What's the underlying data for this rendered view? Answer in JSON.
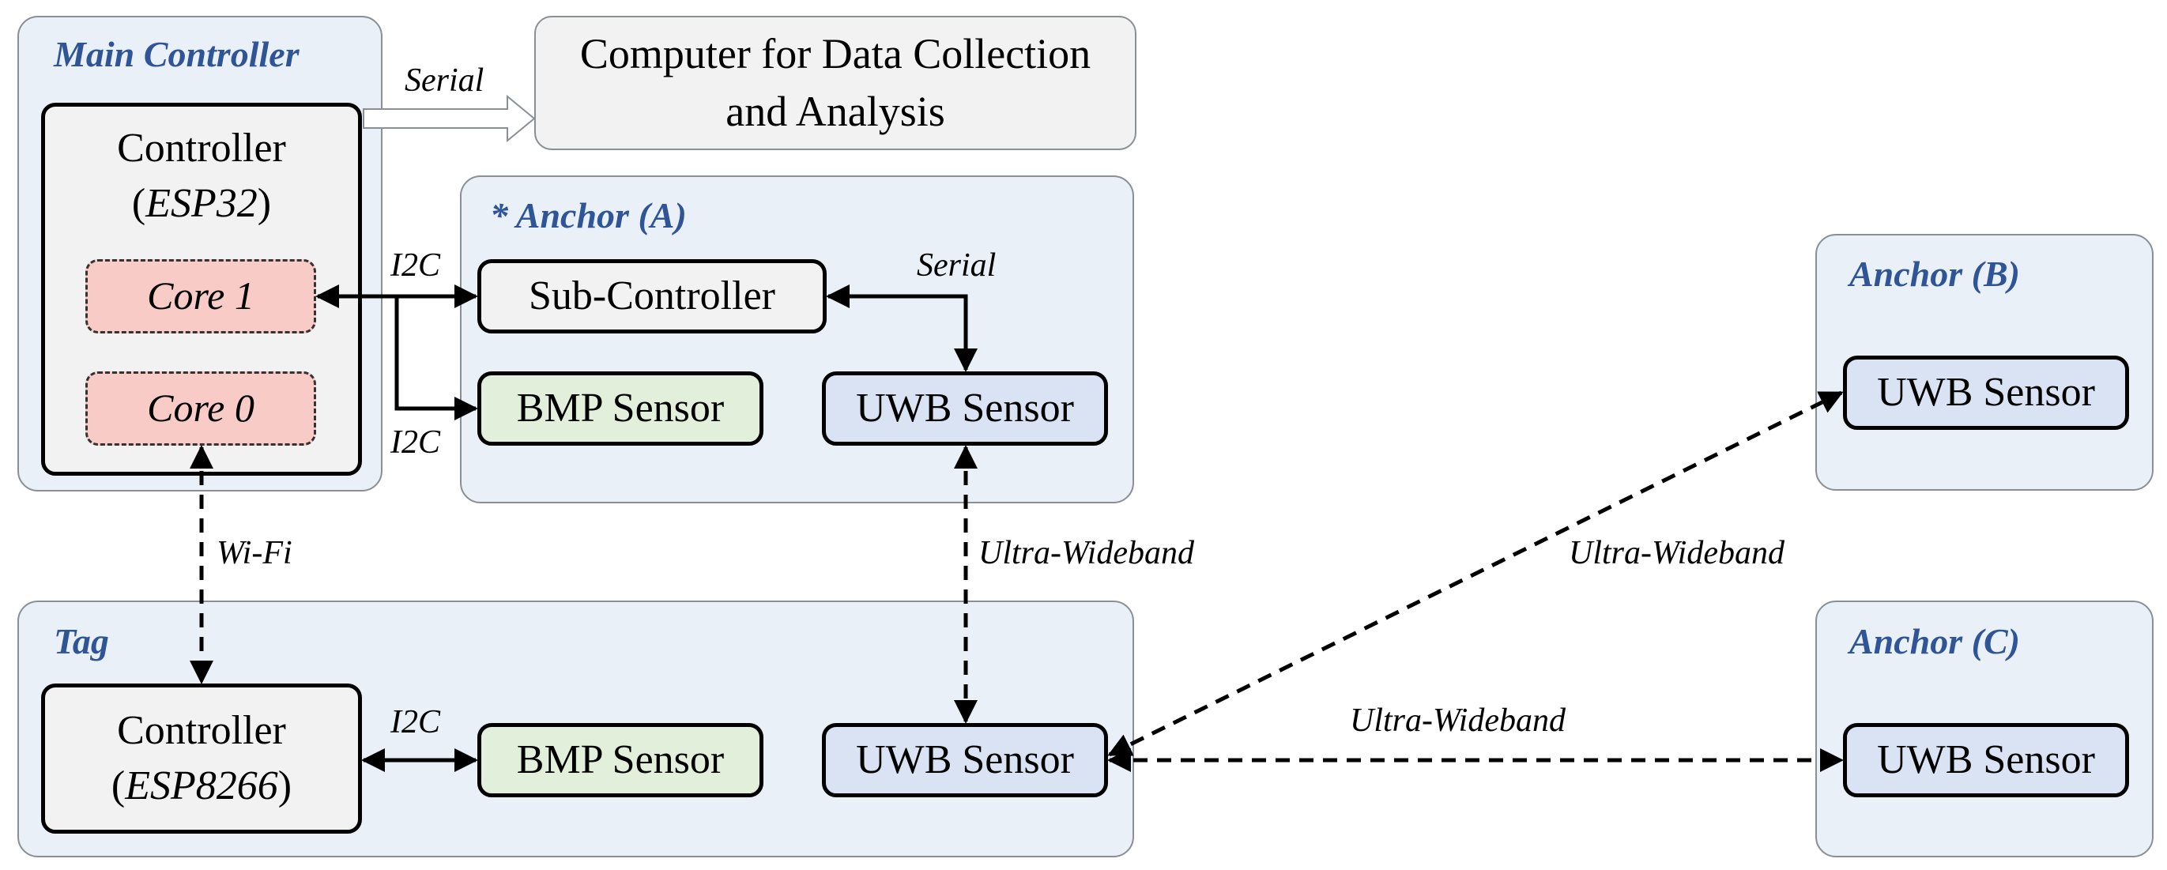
{
  "groups": {
    "main_controller": "Main Controller",
    "anchor_a": "* Anchor (A)",
    "anchor_b": "Anchor (B)",
    "anchor_c": "Anchor (C)",
    "tag": "Tag"
  },
  "nodes": {
    "computer_line1": "Computer for Data Collection",
    "computer_line2": "and Analysis",
    "main_controller_name": "Controller",
    "main_controller_open": "(",
    "main_controller_chip": "ESP32",
    "main_controller_close": ")",
    "core1": "Core 1",
    "core0": "Core 0",
    "sub_controller": "Sub-Controller",
    "anchor_a_bmp": "BMP Sensor",
    "anchor_a_uwb": "UWB Sensor",
    "anchor_b_uwb": "UWB Sensor",
    "anchor_c_uwb": "UWB Sensor",
    "tag_controller_name": "Controller",
    "tag_controller_open": "(",
    "tag_controller_chip": "ESP8266",
    "tag_controller_close": ")",
    "tag_bmp": "BMP Sensor",
    "tag_uwb": "UWB Sensor"
  },
  "links": {
    "serial_to_computer": "Serial",
    "i2c_top": "I2C",
    "i2c_bottom": "I2C",
    "serial_sub_uwb": "Serial",
    "wifi": "Wi-Fi",
    "uwb_vertical": "Ultra-Wideband",
    "uwb_to_b": "Ultra-Wideband",
    "uwb_to_c": "Ultra-Wideband",
    "i2c_tag": "I2C"
  },
  "colors": {
    "group_fill": "#e9f0f8",
    "group_title": "#2f5597",
    "node_gray": "#f2f2f2",
    "node_green": "#e2efda",
    "node_blue": "#dae3f3",
    "core_red": "#f8cbc7"
  }
}
